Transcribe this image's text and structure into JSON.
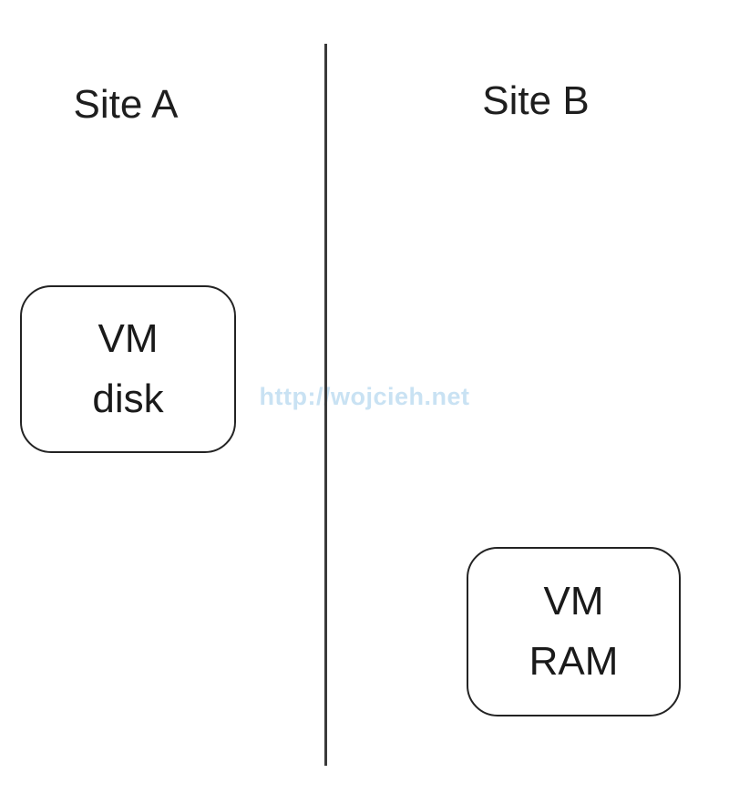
{
  "diagram": {
    "site_a_label": "Site A",
    "site_b_label": "Site B",
    "vm_disk_box": {
      "line1": "VM",
      "line2": "disk"
    },
    "vm_ram_box": {
      "line1": "VM",
      "line2": "RAM"
    },
    "watermark": "http://wojcieh.net",
    "colors": {
      "background": "#ffffff",
      "text": "#1a1a1a",
      "box_border": "#232323",
      "divider_line": "#3a3a3a",
      "watermark": "#c9e2f3"
    }
  }
}
